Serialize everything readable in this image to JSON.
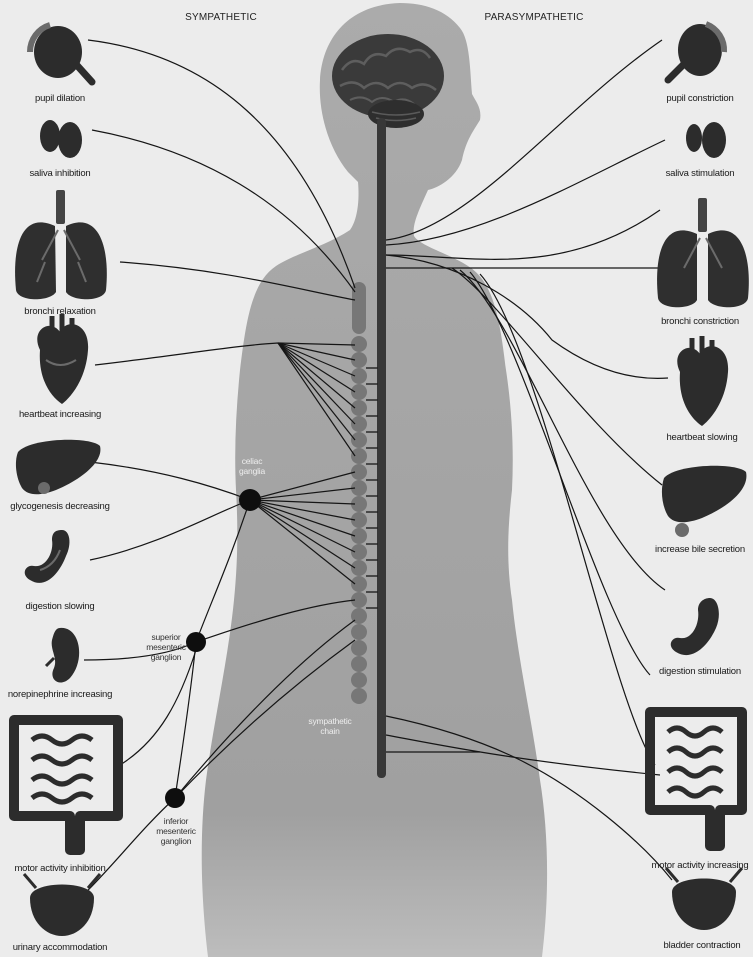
{
  "headers": {
    "left": "SYMPATHETIC",
    "right": "PARASYMPATHETIC"
  },
  "sympathetic": [
    {
      "organ": "eye-icon",
      "label": "pupil dilation"
    },
    {
      "organ": "salivary-gland-icon",
      "label": "saliva inhibition"
    },
    {
      "organ": "lungs-icon",
      "label": "bronchi relaxation"
    },
    {
      "organ": "heart-icon",
      "label": "heartbeat increasing"
    },
    {
      "organ": "liver-icon",
      "label": "glycogenesis decreasing"
    },
    {
      "organ": "stomach-icon",
      "label": "digestion slowing"
    },
    {
      "organ": "kidney-icon",
      "label": "norepinephrine increasing"
    },
    {
      "organ": "intestine-icon",
      "label": "motor activity inhibition"
    },
    {
      "organ": "bladder-icon",
      "label": "urinary accommodation"
    }
  ],
  "parasympathetic": [
    {
      "organ": "eye-icon",
      "label": "pupil constriction"
    },
    {
      "organ": "salivary-gland-icon",
      "label": "saliva stimulation"
    },
    {
      "organ": "lungs-icon",
      "label": "bronchi constriction"
    },
    {
      "organ": "heart-icon",
      "label": "heartbeat slowing"
    },
    {
      "organ": "liver-icon",
      "label": "increase bile secretion"
    },
    {
      "organ": "stomach-icon",
      "label": "digestion stimulation"
    },
    {
      "organ": "intestine-icon",
      "label": "motor activity increasing"
    },
    {
      "organ": "bladder-icon",
      "label": "bladder contraction"
    }
  ],
  "ganglia": {
    "celiac_line1": "celiac",
    "celiac_line2": "ganglia",
    "superior_line1": "superior",
    "superior_line2": "mesenteric",
    "superior_line3": "ganglion",
    "inferior_line1": "inferior",
    "inferior_line2": "mesenteric",
    "inferior_line3": "ganglion",
    "chain_line1": "sympathetic",
    "chain_line2": "chain"
  },
  "colors": {
    "background": "#ececec",
    "body": "#a3a3a3",
    "organ": "#333333",
    "organ_highlight": "#6b6b6b",
    "nerve": "#151515",
    "chain": "#777777"
  }
}
